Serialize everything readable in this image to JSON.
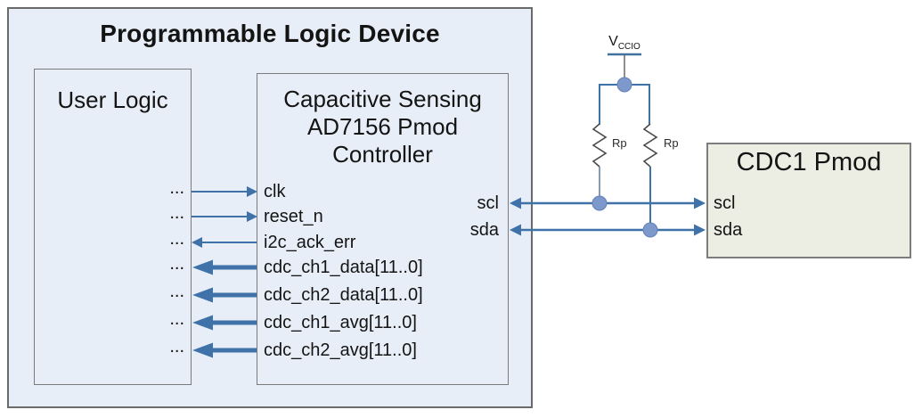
{
  "diagram": {
    "pld": {
      "title": "Programmable Logic Device"
    },
    "user_logic": {
      "title": "User Logic",
      "port_placeholder": "..."
    },
    "controller": {
      "title_lines": [
        "Capacitive Sensing",
        "AD7156 Pmod",
        "Controller"
      ],
      "right_ports": [
        "scl",
        "sda"
      ]
    },
    "signals": [
      {
        "label": "clk",
        "direction": "in",
        "bus": false
      },
      {
        "label": "reset_n",
        "direction": "in",
        "bus": false
      },
      {
        "label": "i2c_ack_err",
        "direction": "out",
        "bus": false
      },
      {
        "label": "cdc_ch1_data[11..0]",
        "direction": "out",
        "bus": true
      },
      {
        "label": "cdc_ch2_data[11..0]",
        "direction": "out",
        "bus": true
      },
      {
        "label": "cdc_ch1_avg[11..0]",
        "direction": "out",
        "bus": true
      },
      {
        "label": "cdc_ch2_avg[11..0]",
        "direction": "out",
        "bus": true
      }
    ],
    "cdc": {
      "title": "CDC1 Pmod",
      "ports": [
        "scl",
        "sda"
      ]
    },
    "power": {
      "name": "V",
      "subscript": "CCIO"
    },
    "resistors": {
      "left": "Rp",
      "right": "Rp"
    },
    "colors": {
      "arrow_blue": "#3f72a8",
      "junction_fill": "#7d98cb",
      "pld_fill": "#e8eef7",
      "cdc_fill": "#eceee4",
      "border_gray": "#6a6a6a"
    }
  }
}
